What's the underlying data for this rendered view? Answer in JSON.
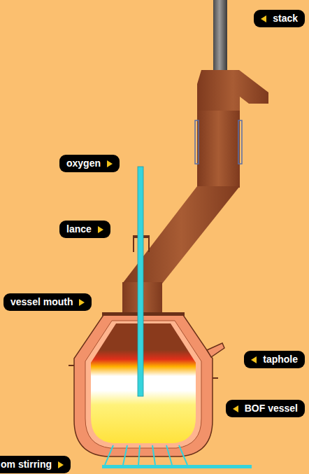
{
  "diagram": {
    "labels": [
      "stack",
      "oxygen",
      "lance",
      "vessel mouth",
      "taphole",
      "BOF vessel",
      "om stirring"
    ]
  }
}
